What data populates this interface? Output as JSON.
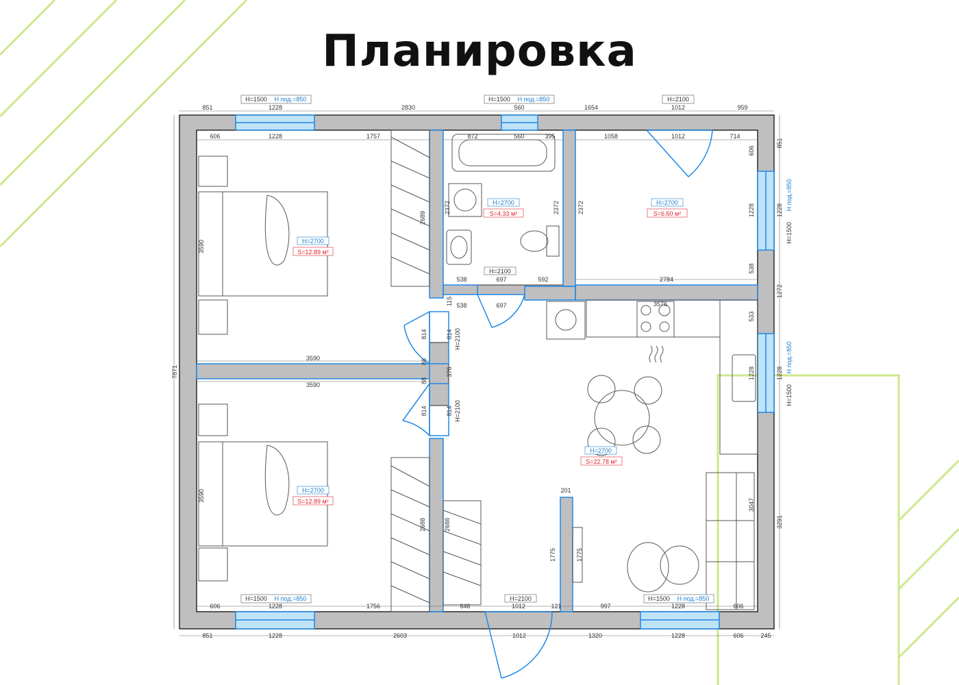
{
  "title": "Планировка",
  "colors": {
    "wall": "#2a2a2a",
    "wall_fill": "#bfbfbf",
    "glass": "#1e88e5",
    "glass_fill": "#bfe3f7",
    "accent_lines": "#cde88a",
    "dim": "#333333",
    "height_label": "#1a7fd1",
    "area_label": "#e0202a"
  },
  "rooms": [
    {
      "name": "bedroom-1",
      "height": "H=2700",
      "area": "S=12.89 м²"
    },
    {
      "name": "bathroom",
      "height": "H=2700",
      "area": "S=4.33 м²"
    },
    {
      "name": "room-right",
      "height": "H=2700",
      "area": "S=6.60 м²"
    },
    {
      "name": "kitchen-living",
      "height": "H=2700",
      "area": "S=22.78 м²"
    },
    {
      "name": "bedroom-2",
      "height": "H=2700",
      "area": "S=12.89 м²"
    }
  ],
  "opening_labels": {
    "win_top_left_h": "H=1500",
    "win_top_left_sill": "H под.=850",
    "win_top_mid_h": "H=1500",
    "win_top_mid_sill": "H под.=850",
    "door_top_right": "H=2100",
    "win_right_upper_h": "H=1500",
    "win_right_upper_sill": "H под.=850",
    "win_right_lower_h": "H=1500",
    "win_right_lower_sill": "H под.=850",
    "door_bath": "H=2100",
    "door_bed1": "H=2100",
    "door_bed2": "H=2100",
    "door_entry": "H=2100",
    "win_bottom_left_h": "H=1500",
    "win_bottom_left_sill": "H под.=850",
    "win_bottom_right_h": "H=1500",
    "win_bottom_right_sill": "H под.=850"
  },
  "dimensions": {
    "top_outer": [
      "851",
      "1228",
      "2830",
      "560",
      "1654",
      "1012",
      "959"
    ],
    "bedroom1_top": [
      "606",
      "1228",
      "1757"
    ],
    "bath_top": [
      "872",
      "560",
      "395"
    ],
    "room_top": [
      "1058",
      "1012",
      "714"
    ],
    "bottom_inner": [
      "606",
      "1228",
      "1756",
      "646",
      "1012",
      "121",
      "997",
      "1228",
      "606"
    ],
    "bottom_outer": [
      "851",
      "1228",
      "2603",
      "1012",
      "1320",
      "1228",
      "606",
      "245"
    ],
    "left_total": "7871",
    "bed1_height": "3590",
    "bed2_height": "3590",
    "wardrobe1": "2689",
    "wardrobe2": "2688",
    "corridor_wardrobe": "2688",
    "bath_left": "2372",
    "bath_right": "2372",
    "room_left": "2372",
    "bath_bottom": [
      "538",
      "697",
      "592"
    ],
    "bath_door_below": [
      "538",
      "697"
    ],
    "room_bottom": "2784",
    "room_right": [
      "606",
      "1228",
      "538"
    ],
    "right_outer": [
      "851",
      "1228",
      "1272",
      "1228",
      "3291"
    ],
    "kitchen_top": "3576",
    "kitchen_right": [
      "533",
      "1228"
    ],
    "sofa_wall": "3047",
    "partition_top": "201",
    "partition_1775a": "1775",
    "partition_1775b": "1775",
    "bed_wall_3590_top": "3590",
    "bed_wall_3590_bottom": "3590",
    "door1_814": "814",
    "door1_814b": "814",
    "door2_814": "814",
    "door2_814b": "814",
    "gap_115": "115",
    "gap_88a": "88",
    "gap_88b": "88",
    "gap_376": "376"
  }
}
